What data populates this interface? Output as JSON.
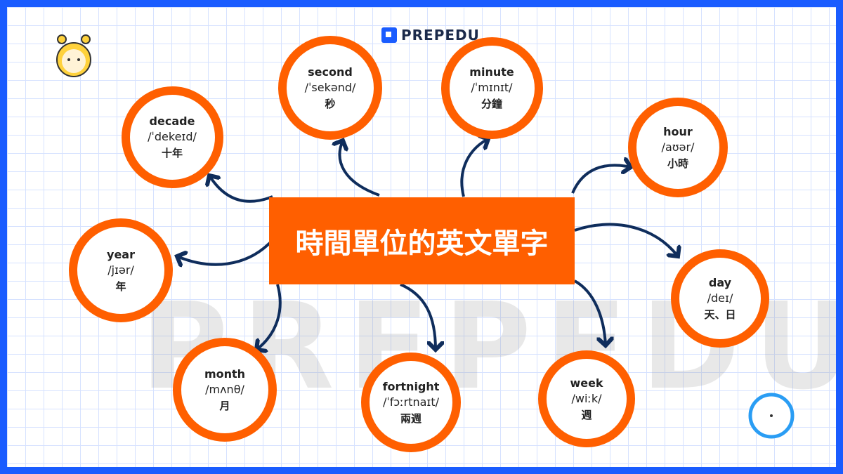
{
  "brand": "PREPEDU",
  "watermark": "PREPEDU",
  "title": "時間單位的英文單字",
  "colors": {
    "accent": "#ff5f00",
    "arrow": "#0f2d5c",
    "frame": "#1a5cff"
  },
  "nodes": [
    {
      "id": "decade",
      "word": "decade",
      "ipa": "/ˈdekeɪd/",
      "zh": "十年"
    },
    {
      "id": "second",
      "word": "second",
      "ipa": "/ˈsekənd/",
      "zh": "秒"
    },
    {
      "id": "minute",
      "word": "minute",
      "ipa": "/ˈmɪnɪt/",
      "zh": "分鐘"
    },
    {
      "id": "hour",
      "word": "hour",
      "ipa": "/aʊər/",
      "zh": "小時"
    },
    {
      "id": "year",
      "word": "year",
      "ipa": "/jɪər/",
      "zh": "年"
    },
    {
      "id": "day",
      "word": "day",
      "ipa": "/deɪ/",
      "zh": "天、日"
    },
    {
      "id": "month",
      "word": "month",
      "ipa": "/mʌnθ/",
      "zh": "月"
    },
    {
      "id": "fortnight",
      "word": "fortnight",
      "ipa": "/ˈfɔːrtnaɪt/",
      "zh": "兩週"
    },
    {
      "id": "week",
      "word": "week",
      "ipa": "/wiːk/",
      "zh": "週"
    }
  ]
}
